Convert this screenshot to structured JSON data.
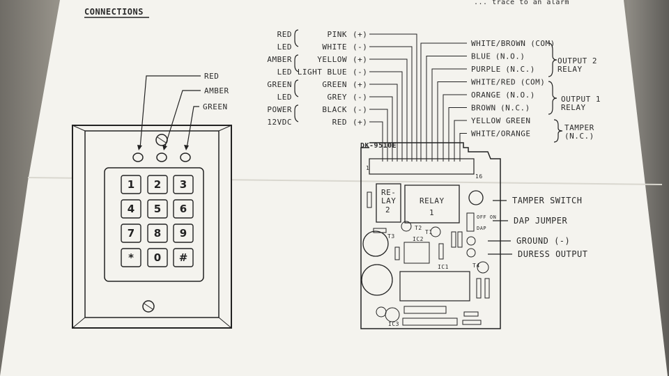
{
  "header": {
    "title": "CONNECTIONS",
    "top_right_fragment": "... trace to an alarm"
  },
  "keypad": {
    "led_labels": [
      "RED",
      "AMBER",
      "GREEN"
    ],
    "keys": [
      "1",
      "2",
      "3",
      "4",
      "5",
      "6",
      "7",
      "8",
      "9",
      "*",
      "0",
      "#"
    ]
  },
  "wires_left": [
    {
      "group": "RED",
      "color": "PINK",
      "polarity": "(+)"
    },
    {
      "group": "LED",
      "color": "WHITE",
      "polarity": "(-)"
    },
    {
      "group": "AMBER",
      "color": "YELLOW",
      "polarity": "(+)"
    },
    {
      "group": "LED",
      "color": "LIGHT BLUE",
      "polarity": "(-)"
    },
    {
      "group": "GREEN",
      "color": "GREEN",
      "polarity": "(+)"
    },
    {
      "group": "LED",
      "color": "GREY",
      "polarity": "(-)"
    },
    {
      "group": "POWER",
      "color": "BLACK",
      "polarity": "(-)"
    },
    {
      "group": "12VDC",
      "color": "RED",
      "polarity": "(+)"
    }
  ],
  "wires_right": [
    {
      "color": "WHITE/BROWN",
      "contact": "(COM)"
    },
    {
      "color": "BLUE",
      "contact": "(N.O.)"
    },
    {
      "color": "PURPLE",
      "contact": "(N.C.)"
    },
    {
      "color": "WHITE/RED",
      "contact": "(COM)"
    },
    {
      "color": "ORANGE",
      "contact": "(N.O.)"
    },
    {
      "color": "BROWN",
      "contact": "(N.C.)"
    },
    {
      "color": "YELLOW GREEN",
      "contact": ""
    },
    {
      "color": "WHITE/ORANGE",
      "contact": ""
    }
  ],
  "groups_right": {
    "output2": [
      "OUTPUT 2",
      "RELAY"
    ],
    "output1": [
      "OUTPUT 1",
      "RELAY"
    ],
    "tamper": [
      "TAMPER",
      "(N.C.)"
    ]
  },
  "board": {
    "model": "DK-9510E",
    "pin_first": "1",
    "pin_last": "16",
    "relay2": [
      "RE-",
      "LAY",
      "2"
    ],
    "relay1": [
      "RELAY",
      "1"
    ],
    "off_on": "OFF ON",
    "dap": "DAP",
    "components": [
      "IC1",
      "IC2",
      "IC3",
      "T1",
      "T2",
      "T3",
      "T4"
    ]
  },
  "board_callouts": [
    "TAMPER SWITCH",
    "DAP JUMPER",
    "GROUND (-)",
    "DURESS OUTPUT"
  ]
}
